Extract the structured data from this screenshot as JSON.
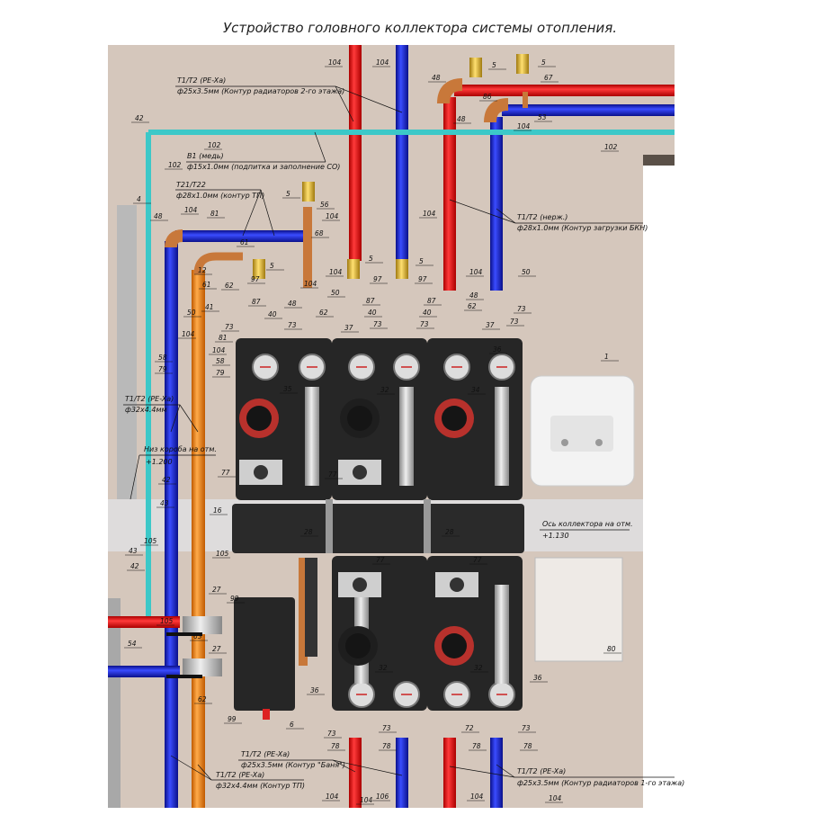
{
  "title": "Устройство головного коллектора системы отопления.",
  "colors": {
    "background": "#d5c7bc",
    "supply": "#e8242a",
    "return": "#1f2fd6",
    "makeup": "#3cc8c8",
    "floor_heating": "#f08a22",
    "copper": "#c8783a",
    "module": "#262626"
  },
  "annotations": [
    {
      "line1": "T1/T2 (PE-Xa)",
      "line2": "ф25х3.5мм (Контур радиаторов 2-го этажа)"
    },
    {
      "line1": "B1 (медь)",
      "line2": "ф15х1.0мм (подпитка и заполнение СО)"
    },
    {
      "line1": "T21/T22",
      "line2": "ф28х1.0мм (контур ТП)"
    },
    {
      "line1": "T1/T2 (нерж.)",
      "line2": "ф28х1.0мм (Контур загрузки БКН)"
    },
    {
      "line1": "T1/T2 (PE-Xa)",
      "line2": "ф32х4.4мм"
    },
    {
      "line1": "Низ короба на отм.",
      "line2": "+1.200"
    },
    {
      "line1": "Ось коллектора на отм.",
      "line2": "+1.130"
    },
    {
      "line1": "T1/T2 (PE-Xa)",
      "line2": "ф25х3.5мм (Контур \"Баня\")"
    },
    {
      "line1": "T1/T2 (PE-Xa)",
      "line2": "ф32х4.4мм (Контур ТП)"
    },
    {
      "line1": "T1/T2 (PE-Xa)",
      "line2": "ф25х3.5мм (Контур радиаторов 1-го этажа)"
    }
  ],
  "callouts": [
    "104",
    "104",
    "5",
    "5",
    "48",
    "86",
    "48",
    "104",
    "53",
    "67",
    "42",
    "102",
    "102",
    "102",
    "4",
    "48",
    "104",
    "81",
    "5",
    "56",
    "104",
    "68",
    "104",
    "104",
    "61",
    "12",
    "61",
    "62",
    "5",
    "97",
    "5",
    "97",
    "5",
    "97",
    "104",
    "50",
    "104",
    "50",
    "87",
    "87",
    "87",
    "48",
    "48",
    "40",
    "40",
    "40",
    "62",
    "73",
    "62",
    "73",
    "73",
    "73",
    "73",
    "73",
    "50",
    "104",
    "81",
    "41",
    "104",
    "37",
    "37",
    "36",
    "58",
    "79",
    "58",
    "79",
    "35",
    "32",
    "34",
    "77",
    "77",
    "1",
    "16",
    "28",
    "28",
    "42",
    "43",
    "105",
    "43",
    "42",
    "105",
    "77",
    "77",
    "27",
    "99",
    "27",
    "54",
    "105",
    "63",
    "62",
    "99",
    "6",
    "36",
    "32",
    "32",
    "36",
    "80",
    "73",
    "73",
    "72",
    "73",
    "78",
    "78",
    "78",
    "78",
    "104",
    "106",
    "104",
    "104",
    "104"
  ]
}
